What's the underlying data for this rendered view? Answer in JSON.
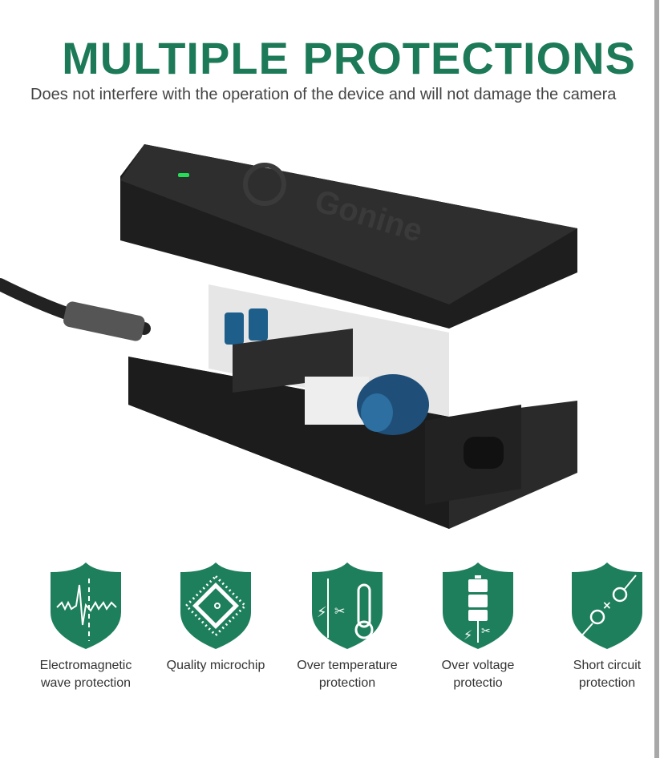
{
  "header": {
    "title": "MULTIPLE PROTECTIONS",
    "subtitle": "Does not interfere with the operation of the device and will not damage the camera"
  },
  "product": {
    "brand": "Gonine",
    "led_color": "#22dd55"
  },
  "colors": {
    "accent": "#1d7a58",
    "shield": "#1e7f5c"
  },
  "features": [
    {
      "icon": "waveform-icon",
      "line1": "Electromagnetic",
      "line2": "wave protection"
    },
    {
      "icon": "microchip-icon",
      "line1": "Quality microchip",
      "line2": ""
    },
    {
      "icon": "thermometer-icon",
      "line1": "Over temperature",
      "line2": "protection"
    },
    {
      "icon": "battery-icon",
      "line1": "Over voltage",
      "line2": "protectio"
    },
    {
      "icon": "short-circuit-icon",
      "line1": "Short circuit",
      "line2": "protection"
    }
  ]
}
